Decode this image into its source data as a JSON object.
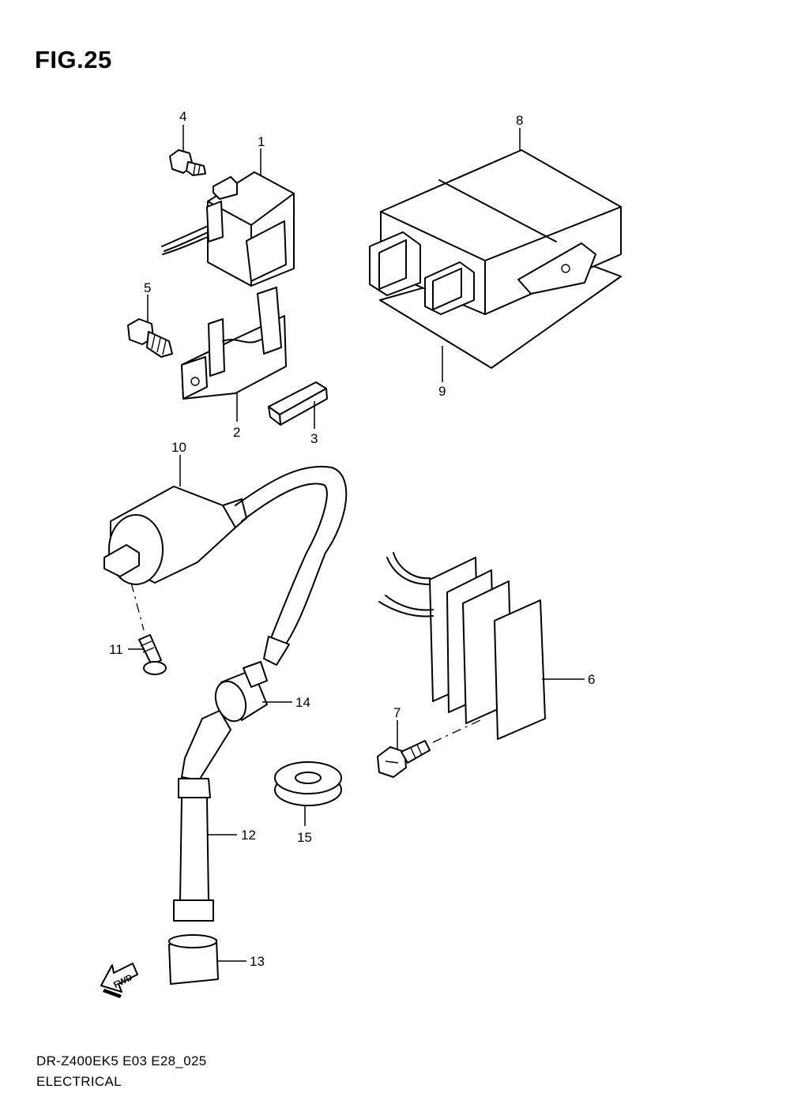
{
  "figure": {
    "title": "FIG.25",
    "model_code": "DR-Z400EK5  E03  E28_025",
    "section_name": "ELECTRICAL"
  },
  "fwd_arrow": {
    "label": "FWD"
  },
  "callouts": [
    "1",
    "2",
    "3",
    "4",
    "5",
    "6",
    "7",
    "8",
    "9",
    "10",
    "11",
    "12",
    "13",
    "14",
    "15"
  ]
}
